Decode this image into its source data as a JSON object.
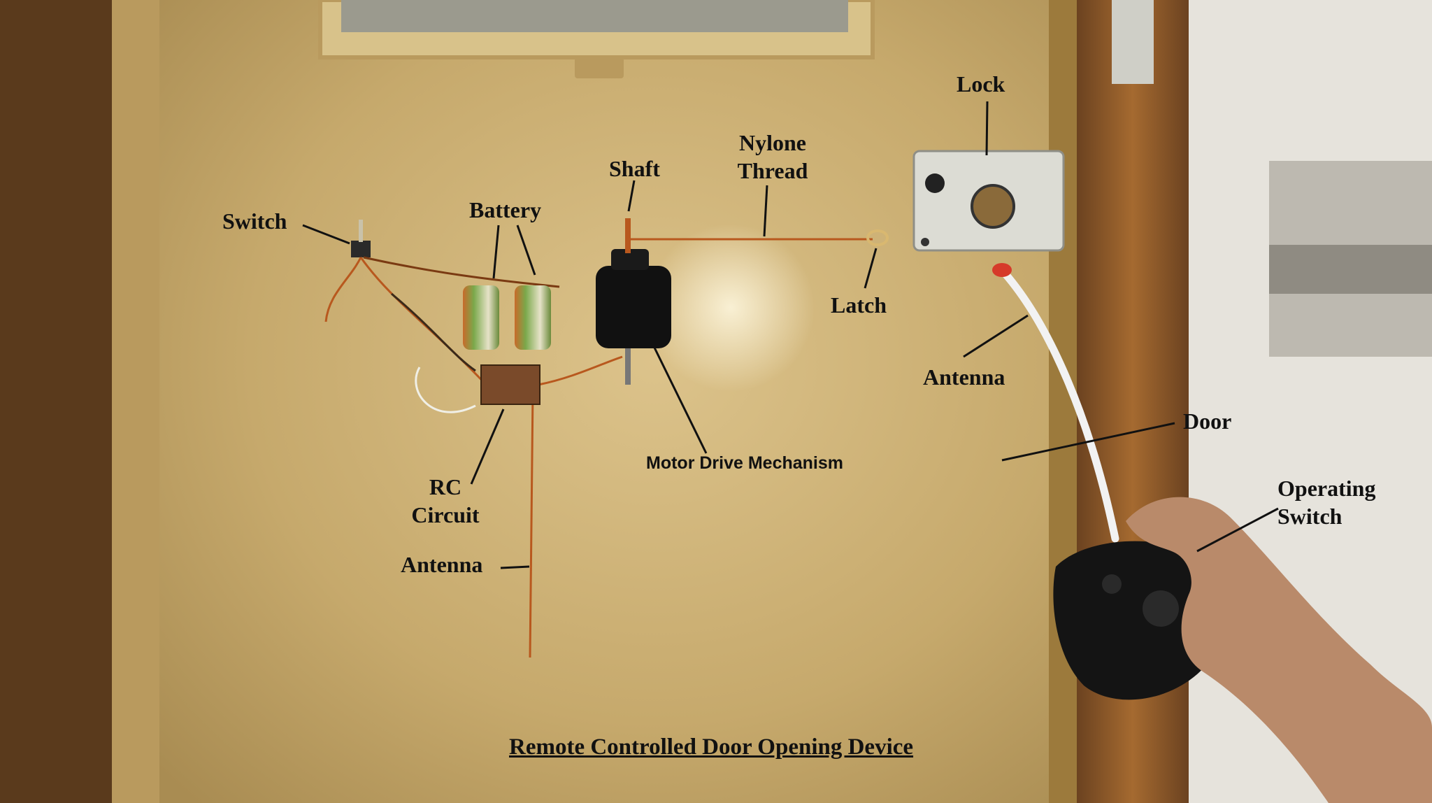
{
  "title": "Remote Controlled Door Opening Device",
  "labels": {
    "lock": "Lock",
    "nylone_thread_line1": "Nylone",
    "nylone_thread_line2": "Thread",
    "shaft": "Shaft",
    "switch": "Switch",
    "battery": "Battery",
    "latch": "Latch",
    "antenna_remote": "Antenna",
    "door": "Door",
    "motor_drive": "Motor Drive Mechanism",
    "rc_line1": "RC",
    "rc_line2": "Circuit",
    "antenna_circuit": "Antenna",
    "operating_line1": "Operating",
    "operating_line2": "Switch"
  },
  "colors": {
    "door": "#c9ac6e",
    "frame": "#8a5a2a",
    "wall": "#e9e6df",
    "wire_orange": "#b8581e",
    "leader": "#111111"
  }
}
